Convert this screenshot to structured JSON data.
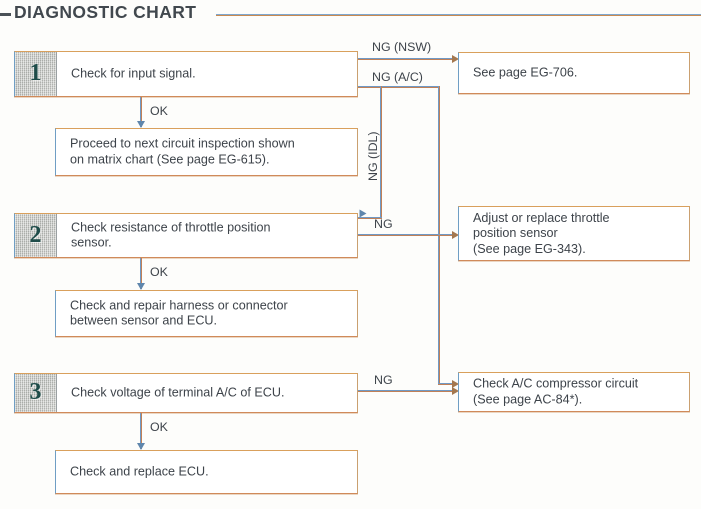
{
  "title": "DIAGNOSTIC CHART",
  "steps": [
    {
      "number": "1",
      "prompt": "Check for input signal.",
      "ok_label": "OK",
      "ok_result": "Proceed to next circuit inspection shown\non matrix chart (See page EG-615).",
      "ng_labels": [
        "NG (NSW)",
        "NG (A/C)",
        "NG (IDL)"
      ],
      "ng_result": "See page EG-706."
    },
    {
      "number": "2",
      "prompt": "Check resistance of throttle position\nsensor.",
      "ok_label": "OK",
      "ok_result": "Check and repair harness or connector\nbetween sensor and ECU.",
      "ng_labels": [
        "NG"
      ],
      "ng_result": "Adjust or replace throttle\nposition sensor\n(See page EG-343)."
    },
    {
      "number": "3",
      "prompt": "Check voltage of terminal A/C of ECU.",
      "ok_label": "OK",
      "ok_result": "Check and replace ECU.",
      "ng_labels": [
        "NG"
      ],
      "ng_result": "Check A/C compressor circuit\n(See page AC-84*)."
    }
  ],
  "colors": {
    "line_blue": "#7099c4",
    "line_orange": "#c08057",
    "text": "#3d434a",
    "number_green": "#1f4d4a",
    "number_cell_gray": "#c2c5c0",
    "page_background": "#fdfdfb"
  }
}
